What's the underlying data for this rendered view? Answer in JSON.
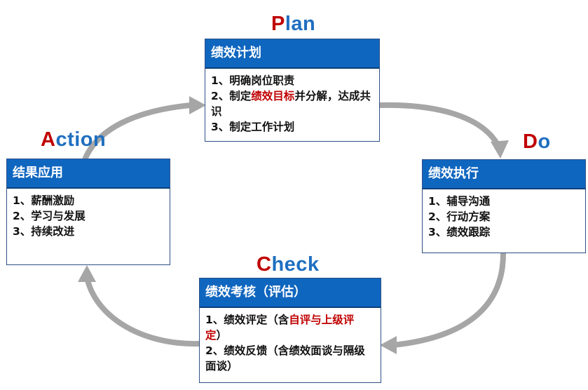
{
  "stages": {
    "plan": {
      "title_first": "P",
      "title_rest": "lan",
      "header": "绩效计划",
      "items": [
        {
          "pre": "1、明确岗位职责",
          "hl": "",
          "post": ""
        },
        {
          "pre": "2、制定",
          "hl": "绩效目标",
          "post": "并分解，达成共识"
        },
        {
          "pre": "3、制定工作计划",
          "hl": "",
          "post": ""
        }
      ]
    },
    "do": {
      "title_first": "D",
      "title_rest": "o",
      "header": "绩效执行",
      "items": [
        {
          "pre": "1、辅导沟通",
          "hl": "",
          "post": ""
        },
        {
          "pre": "2、行动方案",
          "hl": "",
          "post": ""
        },
        {
          "pre": "3、绩效跟踪",
          "hl": "",
          "post": ""
        }
      ]
    },
    "check": {
      "title_first": "C",
      "title_rest": "heck",
      "header": "绩效考核（评估）",
      "items": [
        {
          "pre": "1、绩效评定（含",
          "hl": "自评与上级评定",
          "post": "）"
        },
        {
          "pre": "2、绩效反馈（含绩效面谈与隔级面谈）",
          "hl": "",
          "post": ""
        }
      ]
    },
    "action": {
      "title_first": "A",
      "title_rest": "ction",
      "header": "结果应用",
      "items": [
        {
          "pre": "1、薪酬激励",
          "hl": "",
          "post": ""
        },
        {
          "pre": "2、学习与发展",
          "hl": "",
          "post": ""
        },
        {
          "pre": "3、持续改进",
          "hl": "",
          "post": ""
        }
      ]
    }
  },
  "colors": {
    "header_bg": "#0f66bf",
    "title_accent": "#c00000",
    "title_main": "#1f6fc0",
    "highlight": "#c00000",
    "arrow": "#a6a6a6"
  }
}
